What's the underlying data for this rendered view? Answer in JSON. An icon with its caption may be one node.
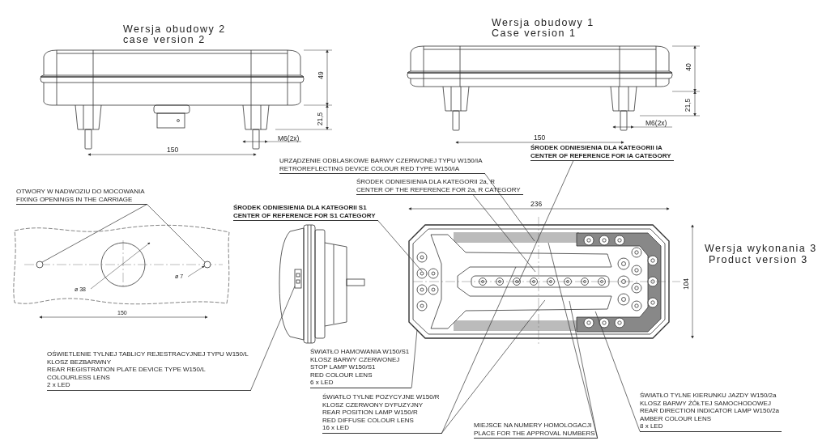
{
  "diagram": {
    "nodes": [
      {
        "text": [
          "OTWORY W NADWOZIU DO MOCOWANIA",
          "FIXING OPENINGS IN THE CARRIAGE"
        ]
      },
      {
        "text": [
          "ŚRODEK ODNIESIENIA DLA KATEGORII S1",
          "CENTER OF REFERENCE FOR S1 CATEGORY"
        ]
      },
      {
        "text": [
          "URZĄDZENIE ODBLASKOWE BARWY CZERWONEJ TYPU W150/IA",
          "RETROREFLECTING DEVICE COLOUR RED TYPE W150/IA"
        ]
      },
      {
        "text": [
          "ŚRODEK ODNIESIENIA DLA KATEGORII 2a, R",
          "CENTER OF THE REFERENCE FOR 2a, R CATEGORY"
        ]
      },
      {
        "text": [
          "ŚRODEK ODNIESIENIA DLA KATEGORII IA",
          "CENTER OF REFERENCE FOR IA CATEGORY"
        ]
      },
      {
        "text": [
          "OŚWIETLENIE TYLNEJ TABLICY REJESTRACYJNEJ TYPU W150/L",
          "KLOSZ BEZBARWNY",
          "REAR REGISTRATION PLATE DEVICE TYPE W150/L",
          "COLOURLESS LENS",
          "2 x LED"
        ]
      },
      {
        "text": [
          "ŚWIATŁO HAMOWANIA W150/S1",
          "KLOSZ BARWY CZERWONEJ",
          "STOP LAMP W150/S1",
          "RED COLOUR LENS",
          "6 x LED"
        ]
      },
      {
        "text": [
          "ŚWIATŁO TYLNE POZYCYJNE W150/R",
          "KLOSZ CZERWONY DYFUZYJNY",
          "REAR POSITION LAMP W150/R",
          "RED DIFFUSE COLOUR LENS",
          "16 x LED"
        ]
      },
      {
        "text": [
          "MIEJSCE NA NUMERY HOMOLOGACJI",
          "PLACE FOR THE APPROVAL NUMBERS"
        ]
      },
      {
        "text": [
          "ŚWIATŁO TYLNE KIERUNKU JAZDY W150/2a",
          "KLOSZ BARWY ŻÓŁTEJ SAMOCHODOWEJ",
          "REAR DIRECTION INDICATOR LAMP W150/2a",
          "AMBER COLOUR LENS",
          "8 x LED"
        ]
      },
      {
        "text": [],
        "shape": "circle"
      },
      {
        "text": [],
        "shape": "circle"
      },
      {
        "text": [],
        "shape": "box"
      },
      {
        "text": [],
        "shape": "picture"
      }
    ],
    "edges": [
      {
        "from": 0,
        "to": 10,
        "arrow": "none"
      },
      {
        "from": 0,
        "to": 11,
        "arrow": "none"
      },
      {
        "from": 1,
        "to": 13,
        "arrow": "none"
      },
      {
        "from": 2,
        "to": 13,
        "arrow": "none"
      },
      {
        "from": 3,
        "to": 13,
        "arrow": "none"
      },
      {
        "from": 4,
        "to": 13,
        "arrow": "none"
      },
      {
        "from": 5,
        "to": 12,
        "arrow": "none"
      },
      {
        "from": 6,
        "to": 13,
        "arrow": "none"
      },
      {
        "from": 7,
        "to": 13,
        "arrow": "none"
      },
      {
        "from": 7,
        "to": 13,
        "arrow": "none"
      },
      {
        "from": 8,
        "to": 13,
        "arrow": "none"
      },
      {
        "from": 8,
        "to": 13,
        "arrow": "none"
      },
      {
        "from": 9,
        "to": 13,
        "arrow": "none"
      }
    ],
    "labels": [
      "Wersja obudowy 2",
      "case version 2",
      "49",
      "21,5",
      "M6(2x)",
      "150",
      "Wersja obudowy 1",
      "Case version 1",
      "40",
      "21,5",
      "M6(2x)",
      "150",
      "ø 38",
      "ø 7",
      "150",
      "236",
      "104",
      "Wersja wykonania 3",
      "Product version 3"
    ]
  }
}
